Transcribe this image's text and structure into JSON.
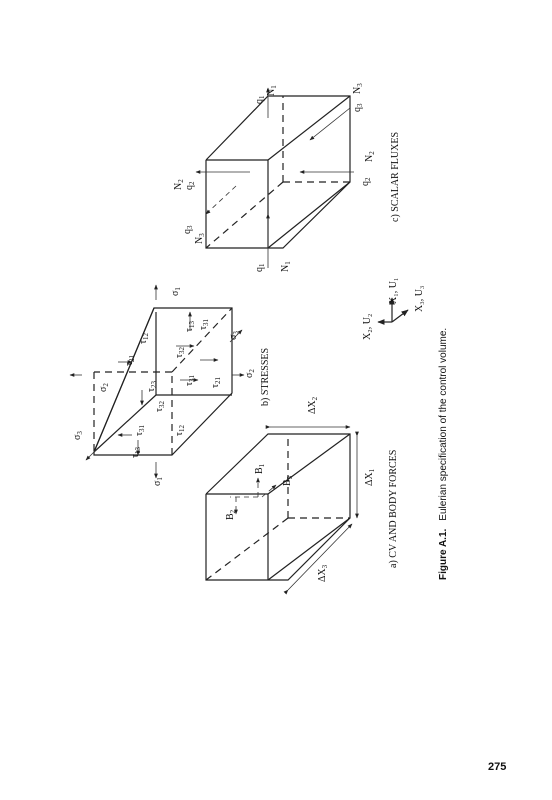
{
  "figure": {
    "number_label": "Figure A.1.",
    "caption_text": "Eulerian specification of the control volume."
  },
  "page_number": "275",
  "panel_a": {
    "title": "a) CV AND BODY FORCES",
    "dx1": "ΔX",
    "dx1_sub": "1",
    "dx2": "ΔX",
    "dx2_sub": "2",
    "dx3": "ΔX",
    "dx3_sub": "3",
    "b1": "B",
    "b1_sub": "1",
    "b2": "B",
    "b2_sub": "2",
    "b3": "B",
    "b3_sub": "3"
  },
  "panel_b": {
    "title": "b) STRESSES",
    "sigma": "σ",
    "tau": "τ",
    "s1": "1",
    "s2": "2",
    "s3": "3",
    "t12": "12",
    "t13": "13",
    "t21": "21",
    "t23": "23",
    "t31": "31",
    "t32": "32"
  },
  "panel_c": {
    "title": "c) SCALAR FLUXES",
    "q": "q",
    "n": "N",
    "s1": "1",
    "s2": "2",
    "s3": "3"
  },
  "axes": {
    "x1u1": "X₁, U₁",
    "x2u2": "X₂, U₂",
    "x3u3": "X₃, U₃"
  }
}
